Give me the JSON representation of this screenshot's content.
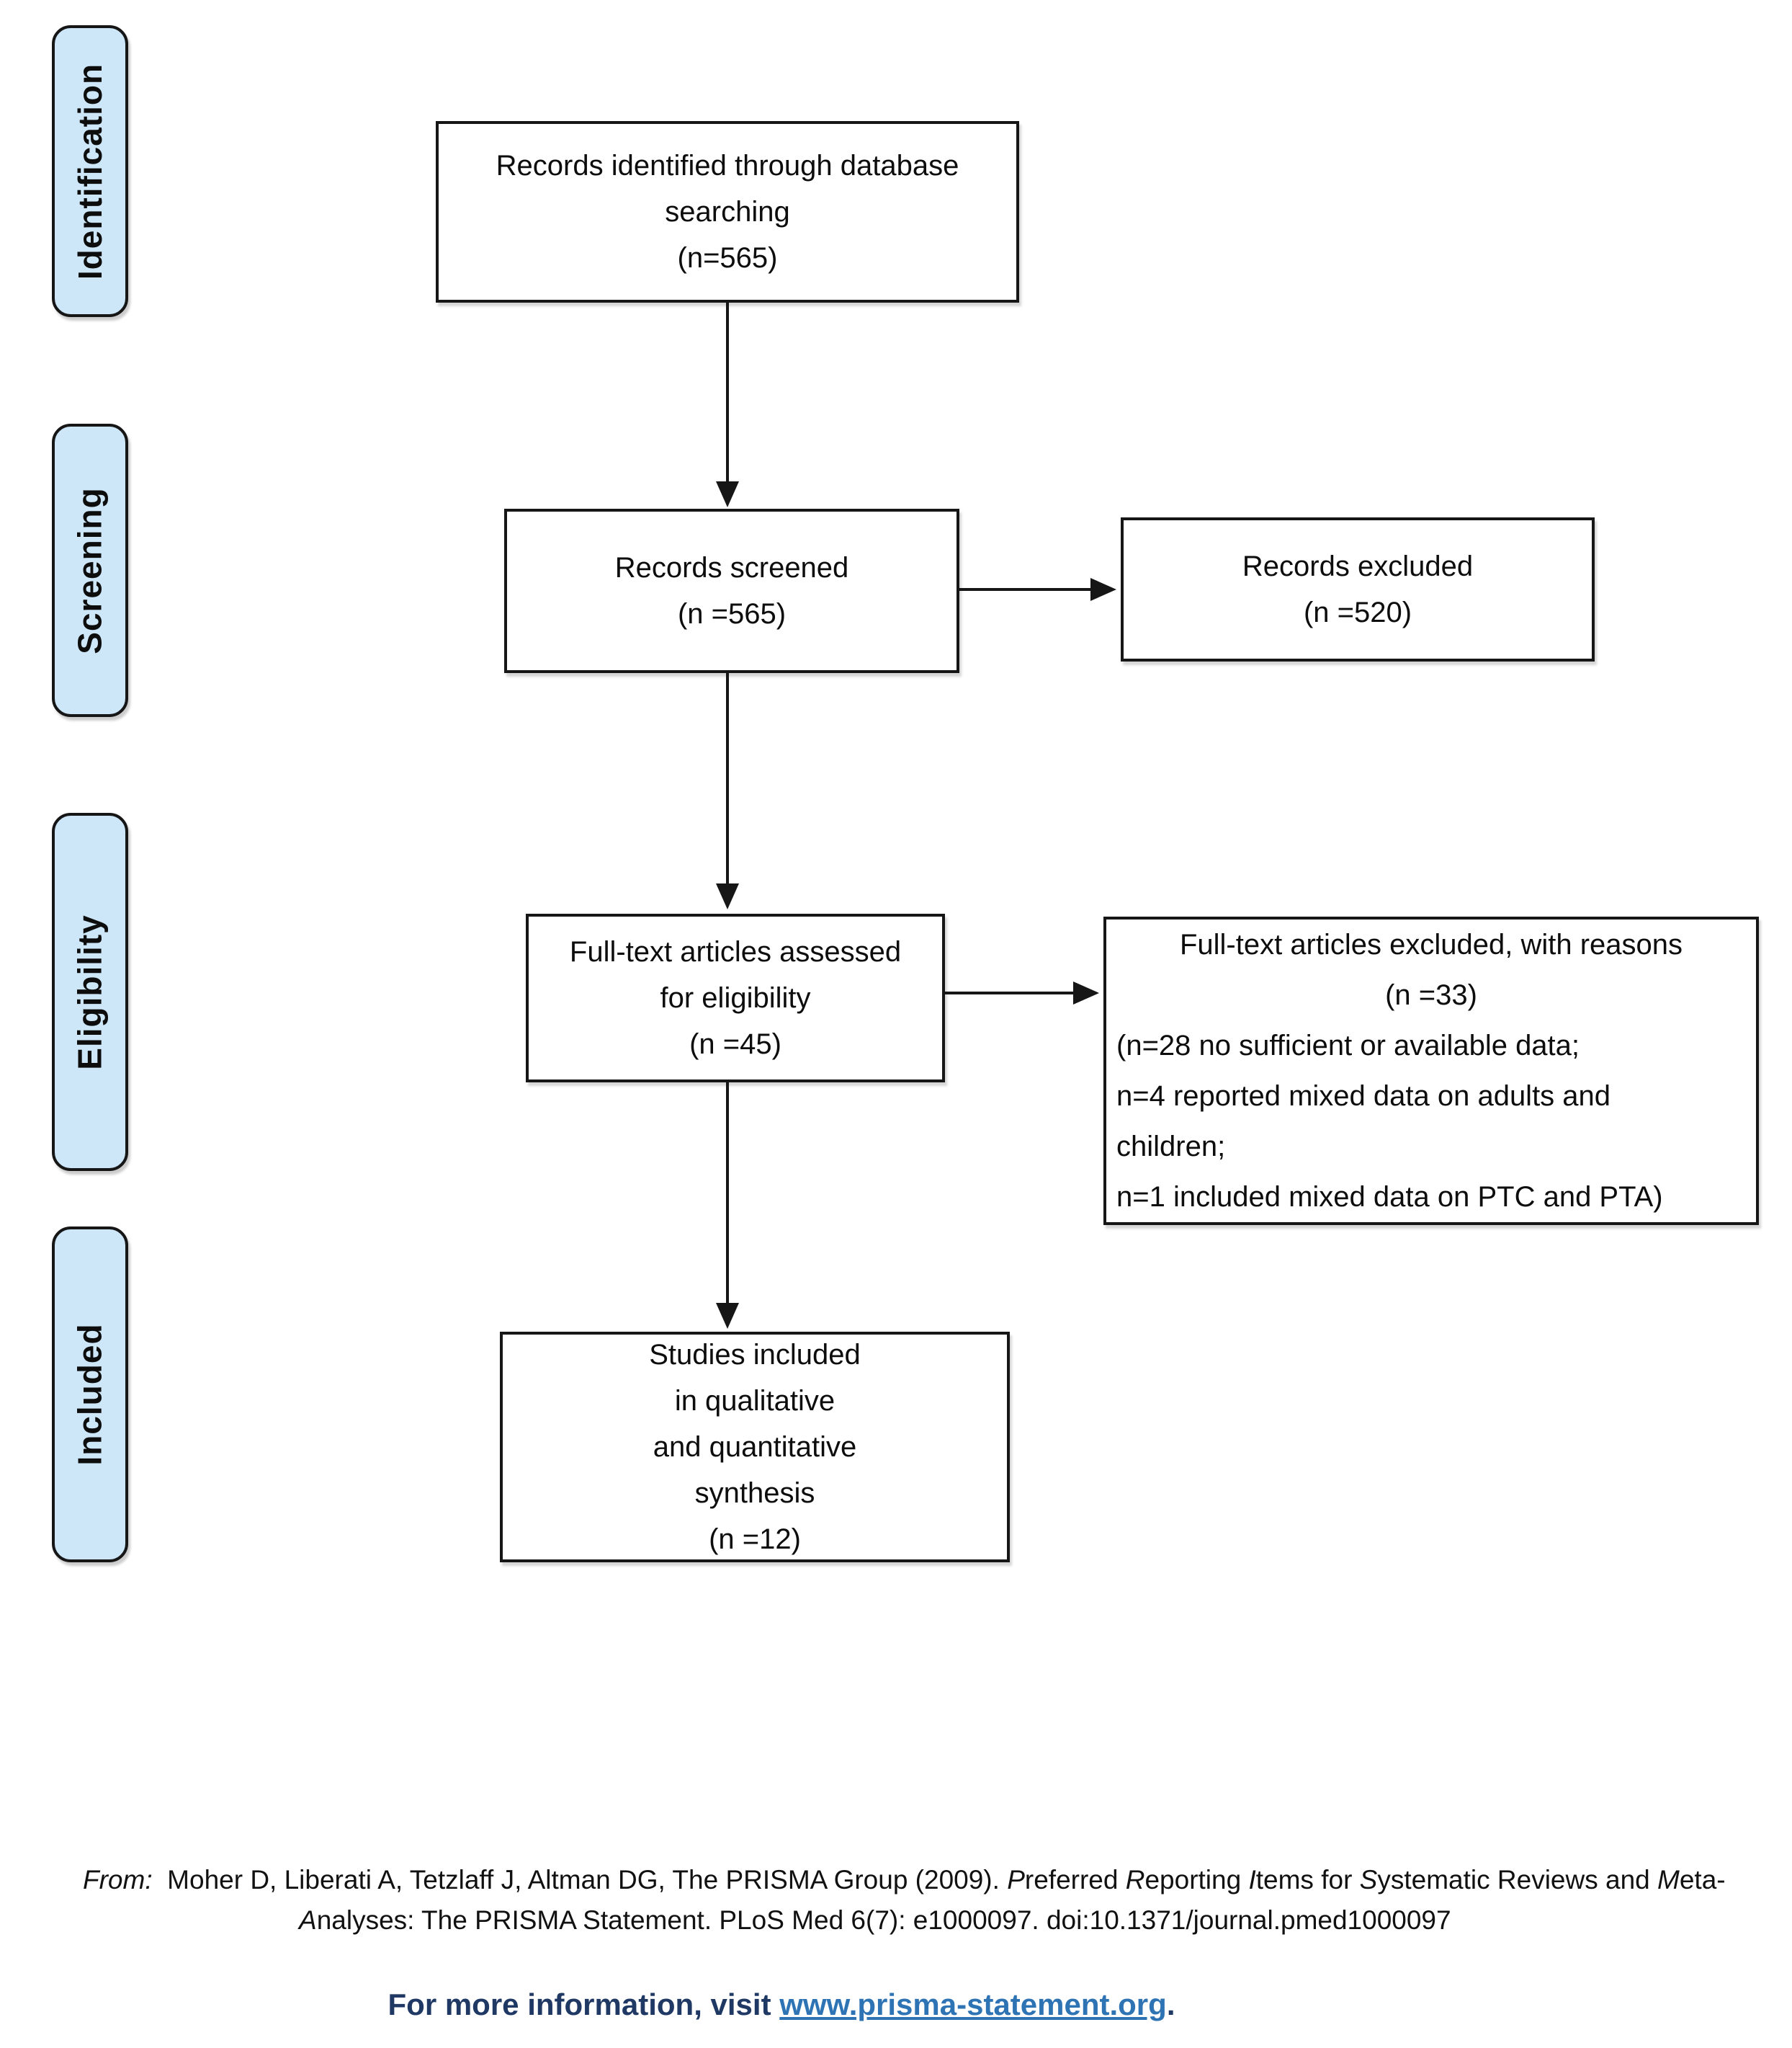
{
  "sidebar": {
    "stages": [
      {
        "id": "identification",
        "label": "Identification"
      },
      {
        "id": "screening",
        "label": "Screening"
      },
      {
        "id": "eligibility",
        "label": "Eligibility"
      },
      {
        "id": "included",
        "label": "Included"
      }
    ]
  },
  "flow": {
    "records_identified": {
      "lines": [
        "Records identified through database",
        "searching",
        "(n=565)"
      ]
    },
    "records_screened": {
      "lines": [
        "Records screened",
        "(n =565)"
      ]
    },
    "records_excluded": {
      "lines": [
        "Records excluded",
        "(n =520)"
      ]
    },
    "fulltext_assessed": {
      "lines": [
        "Full-text articles assessed",
        "for eligibility",
        "(n =45)"
      ]
    },
    "fulltext_excluded": {
      "lines": [
        "Full-text articles excluded, with reasons",
        "(n =33)",
        "(n=28 no sufficient or available data;",
        "n=4 reported mixed data on adults and",
        "children;",
        "n=1 included mixed data on PTC and PTA)"
      ]
    },
    "studies_included": {
      "lines": [
        "Studies included",
        "in qualitative",
        "and quantitative",
        "synthesis",
        "(n =12)"
      ]
    }
  },
  "footer": {
    "citation_line1_segments": [
      {
        "text": "From:",
        "italic": true
      },
      {
        "text": "  Moher D, Liberati A, Tetzlaff J, Altman DG, The PRISMA Group (2009). ",
        "italic": false
      },
      {
        "text": "P",
        "italic": true
      },
      {
        "text": "referred ",
        "italic": false
      },
      {
        "text": "R",
        "italic": true
      },
      {
        "text": "eporting ",
        "italic": false
      },
      {
        "text": "I",
        "italic": true
      },
      {
        "text": "tems for ",
        "italic": false
      },
      {
        "text": "S",
        "italic": true
      },
      {
        "text": "ystematic Reviews and ",
        "italic": false
      },
      {
        "text": "M",
        "italic": true
      },
      {
        "text": "eta-",
        "italic": false
      }
    ],
    "citation_line2_segments": [
      {
        "text": "A",
        "italic": true
      },
      {
        "text": "nalyses: The PRISMA Statement. PLoS Med 6(7): e1000097. doi:10.1371/journal.pmed1000097",
        "italic": false
      }
    ],
    "info_prefix": "For more information, visit ",
    "info_link": "www.prisma-statement.org",
    "info_suffix": "."
  },
  "colors": {
    "stage_fill": "#cde7f8",
    "stage_border": "#161616",
    "box_border": "#161616",
    "info_text": "#1f3864",
    "link_blue": "#2e74b5"
  }
}
